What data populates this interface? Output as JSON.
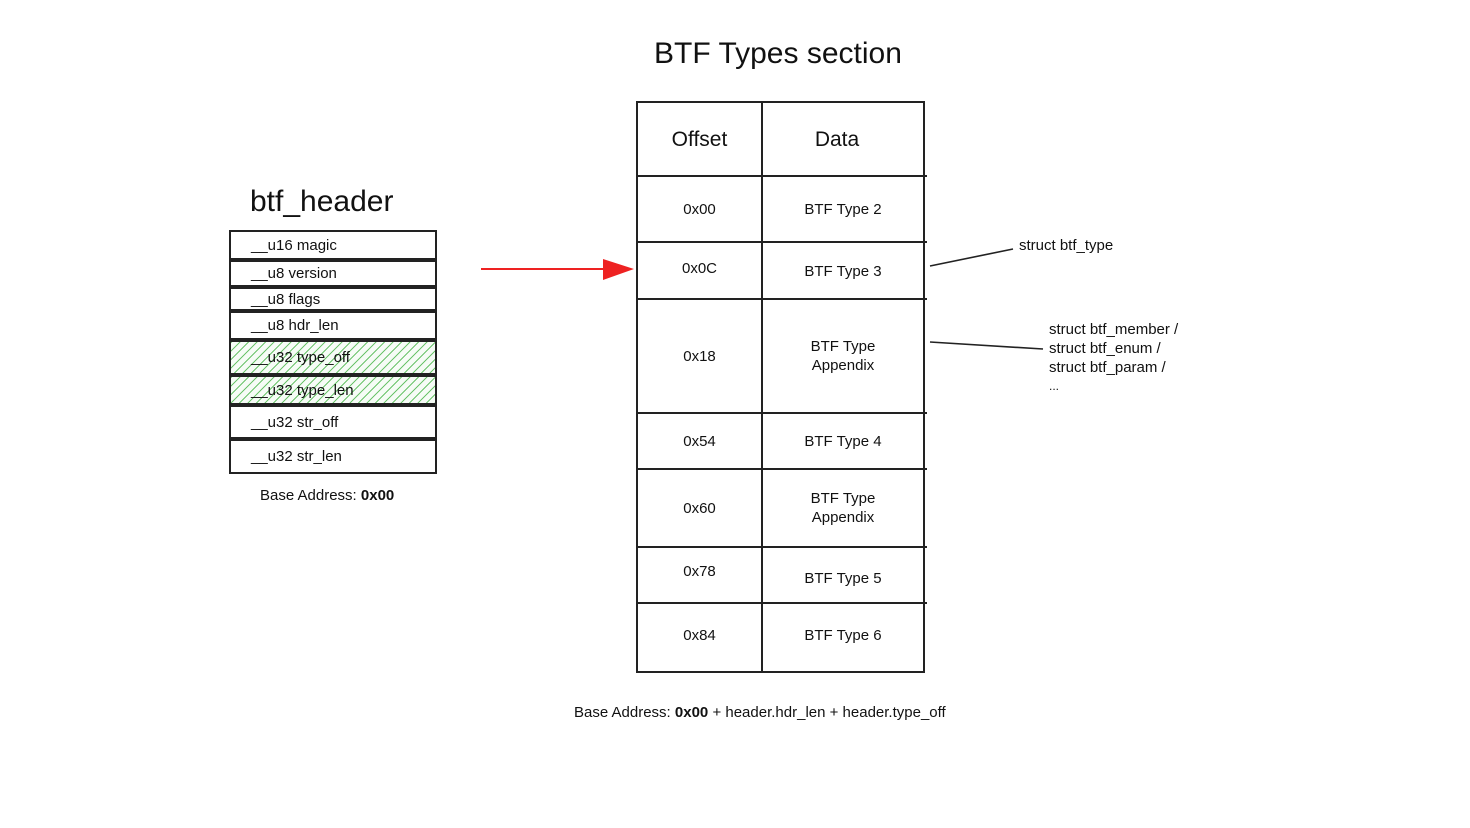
{
  "types_section": {
    "title": "BTF Types section",
    "columns": {
      "offset": "Offset",
      "data": "Data"
    },
    "rows": [
      {
        "offset": "0x00",
        "data": "BTF Type 2"
      },
      {
        "offset": "0x0C",
        "data": "BTF Type 3"
      },
      {
        "offset": "0x18",
        "data": "BTF Type\nAppendix"
      },
      {
        "offset": "0x54",
        "data": "BTF Type 4"
      },
      {
        "offset": "0x60",
        "data": "BTF Type\nAppendix"
      },
      {
        "offset": "0x78",
        "data": "BTF Type 5"
      },
      {
        "offset": "0x84",
        "data": "BTF Type 6"
      }
    ],
    "base_address_label": "Base Address: ",
    "base_address_value": "0x00",
    "base_address_suffix": " + header.hdr_len + header.type_off"
  },
  "btf_header": {
    "title": "btf_header",
    "fields": [
      {
        "label": "__u16 magic",
        "highlighted": false
      },
      {
        "label": "__u8 version",
        "highlighted": false
      },
      {
        "label": "__u8 flags",
        "highlighted": false
      },
      {
        "label": "__u8 hdr_len",
        "highlighted": false
      },
      {
        "label": "__u32 type_off",
        "highlighted": true
      },
      {
        "label": "__u32 type_len",
        "highlighted": true
      },
      {
        "label": "__u32 str_off",
        "highlighted": false
      },
      {
        "label": "__u32 str_len",
        "highlighted": false
      }
    ],
    "base_address_label": "Base Address: ",
    "base_address_value": "0x00"
  },
  "annotations": {
    "btf_type": "struct btf_type",
    "appendix": [
      "struct btf_member /",
      "struct btf_enum /",
      "struct btf_param /",
      "..."
    ]
  },
  "colors": {
    "arrow": "#ee2222",
    "highlight_hatch": "#6cc46c",
    "border": "#222222"
  }
}
